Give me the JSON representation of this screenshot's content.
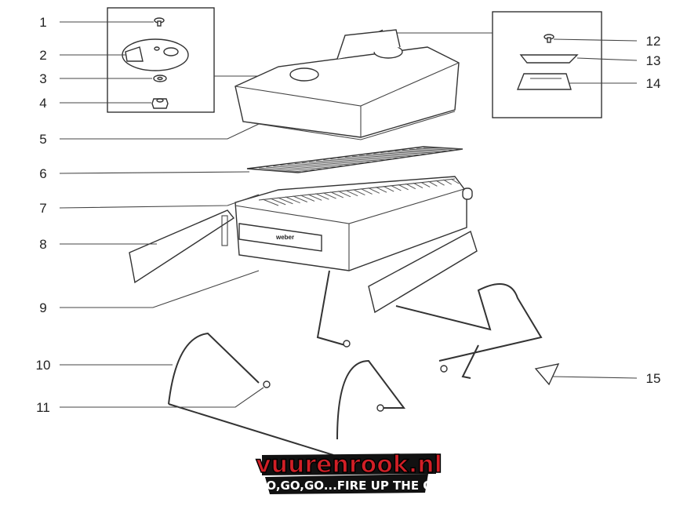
{
  "labels": [
    "1",
    "2",
    "3",
    "4",
    "5",
    "6",
    "7",
    "8",
    "9",
    "10",
    "11",
    "12",
    "13",
    "14",
    "15"
  ],
  "logo": {
    "brand": "vuurenrook.nl",
    "tagline": "GO,GO,GO...FIRE UP THE Q!",
    "brand_color": "#d11f26"
  },
  "grill_brand_mark": "weber"
}
